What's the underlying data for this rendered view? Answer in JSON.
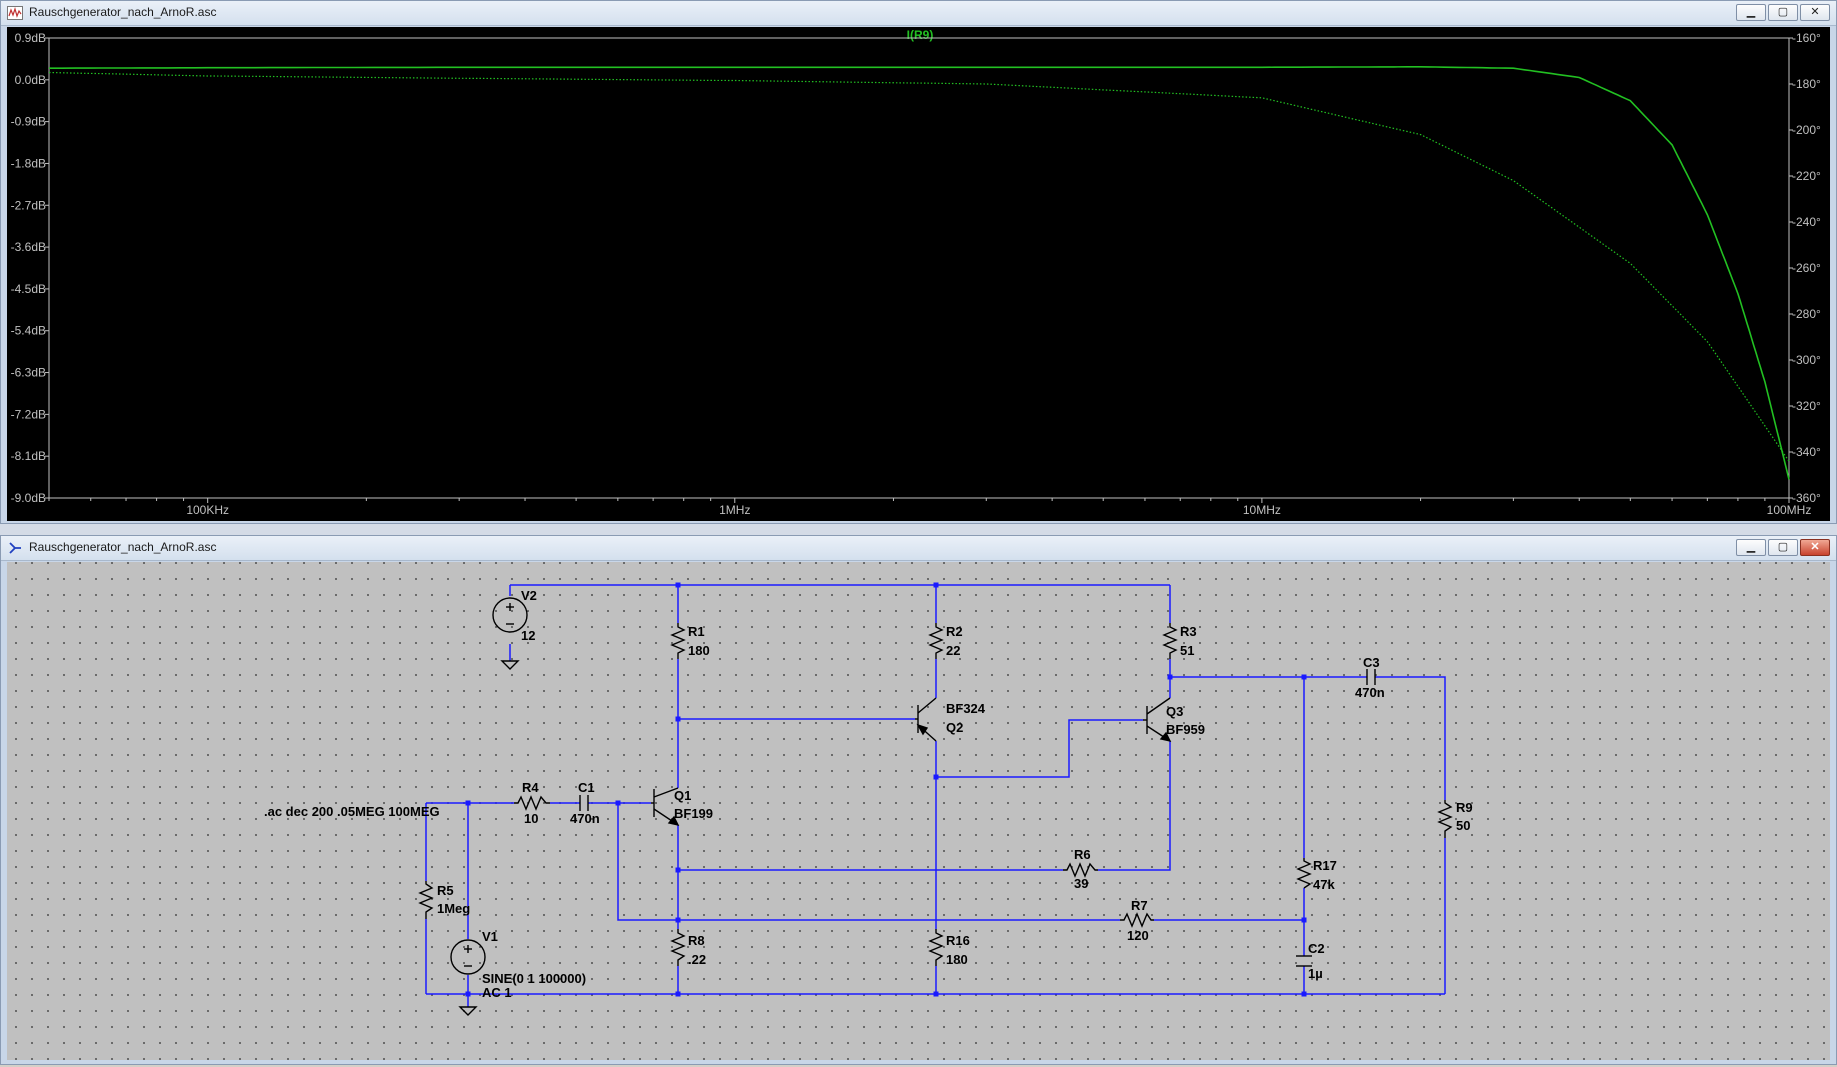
{
  "plot_window": {
    "title": "Rauschgenerator_nach_ArnoR.asc",
    "trace_label": "I(R9)",
    "buttons": {
      "minimize": "▁",
      "restore": "▢",
      "close": "✕"
    }
  },
  "schematic_window": {
    "title": "Rauschgenerator_nach_ArnoR.asc",
    "buttons": {
      "minimize": "▁",
      "restore": "▢",
      "close": "✕"
    }
  },
  "chart_data": {
    "type": "line",
    "title": "I(R9)",
    "x_scale": "log",
    "xlim": [
      50000,
      100000000
    ],
    "x_ticks": [
      {
        "value": 100000,
        "label": "100KHz"
      },
      {
        "value": 1000000,
        "label": "1MHz"
      },
      {
        "value": 10000000,
        "label": "10MHz"
      },
      {
        "value": 100000000,
        "label": "100MHz"
      }
    ],
    "ylim_left": [
      -9.0,
      0.9
    ],
    "y_ticks_left": [
      {
        "value": 0.9,
        "label": "0.9dB"
      },
      {
        "value": 0.0,
        "label": "0.0dB"
      },
      {
        "value": -0.9,
        "label": "-0.9dB"
      },
      {
        "value": -1.8,
        "label": "-1.8dB"
      },
      {
        "value": -2.7,
        "label": "-2.7dB"
      },
      {
        "value": -3.6,
        "label": "-3.6dB"
      },
      {
        "value": -4.5,
        "label": "-4.5dB"
      },
      {
        "value": -5.4,
        "label": "-5.4dB"
      },
      {
        "value": -6.3,
        "label": "-6.3dB"
      },
      {
        "value": -7.2,
        "label": "-7.2dB"
      },
      {
        "value": -8.1,
        "label": "-8.1dB"
      },
      {
        "value": -9.0,
        "label": "-9.0dB"
      }
    ],
    "ylim_right": [
      -360,
      -160
    ],
    "y_ticks_right": [
      {
        "value": -160,
        "label": "-160°"
      },
      {
        "value": -180,
        "label": "-180°"
      },
      {
        "value": -200,
        "label": "-200°"
      },
      {
        "value": -220,
        "label": "-220°"
      },
      {
        "value": -240,
        "label": "-240°"
      },
      {
        "value": -260,
        "label": "-260°"
      },
      {
        "value": -280,
        "label": "-280°"
      },
      {
        "value": -300,
        "label": "-300°"
      },
      {
        "value": -320,
        "label": "-320°"
      },
      {
        "value": -340,
        "label": "-340°"
      },
      {
        "value": -360,
        "label": "-360°"
      }
    ],
    "series": [
      {
        "style": "solid",
        "axis": "left",
        "color": "#22c022",
        "points": [
          [
            50000,
            0.25
          ],
          [
            100000,
            0.26
          ],
          [
            300000,
            0.27
          ],
          [
            1000000,
            0.27
          ],
          [
            3000000,
            0.27
          ],
          [
            10000000,
            0.27
          ],
          [
            20000000,
            0.28
          ],
          [
            30000000,
            0.25
          ],
          [
            40000000,
            0.05
          ],
          [
            50000000,
            -0.45
          ],
          [
            60000000,
            -1.4
          ],
          [
            70000000,
            -2.9
          ],
          [
            80000000,
            -4.6
          ],
          [
            90000000,
            -6.5
          ],
          [
            100000000,
            -8.6
          ]
        ]
      },
      {
        "style": "dotted",
        "axis": "right",
        "color": "#22c022",
        "points": [
          [
            50000,
            -175
          ],
          [
            100000,
            -176.5
          ],
          [
            300000,
            -177.5
          ],
          [
            1000000,
            -178.5
          ],
          [
            3000000,
            -180
          ],
          [
            10000000,
            -186
          ],
          [
            20000000,
            -202
          ],
          [
            30000000,
            -222
          ],
          [
            50000000,
            -258
          ],
          [
            70000000,
            -292
          ],
          [
            100000000,
            -344
          ]
        ]
      }
    ],
    "grid": false,
    "colors": {
      "background": "#000000",
      "axis": "#c0c0c0",
      "trace": "#22c022"
    }
  },
  "schematic": {
    "colors": {
      "wire": "#1a1aff",
      "text": "#000000",
      "background": "#c0c0c0"
    },
    "labels": {
      "V2_name": "V2",
      "V2_value": "12",
      "R1_name": "R1",
      "R1_value": "180",
      "R2_name": "R2",
      "R2_value": "22",
      "R3_name": "R3",
      "R3_value": "51",
      "C3_name": "C3",
      "C3_value": "470n",
      "Q2_part": "BF324",
      "Q2_name": "Q2",
      "Q3_name": "Q3",
      "Q3_part": "BF959",
      "R4_name": "R4",
      "R4_value": "10",
      "C1_name": "C1",
      "C1_value": "470n",
      "Q1_name": "Q1",
      "Q1_part": "BF199",
      "R9_name": "R9",
      "R9_value": "50",
      "directive": ".ac dec 200 .05MEG 100MEG",
      "R6_name": "R6",
      "R6_value": "39",
      "R17_name": "R17",
      "R17_value": "47k",
      "R5_name": "R5",
      "R5_value": "1Meg",
      "R7_name": "R7",
      "R7_value": "120",
      "V1_name": "V1",
      "V1_value": "SINE(0 1 100000)",
      "V1_ac": "AC 1",
      "R8_name": "R8",
      "R8_value": ".22",
      "R16_name": "R16",
      "R16_value": "180",
      "C2_name": "C2",
      "C2_value": "1µ"
    }
  }
}
